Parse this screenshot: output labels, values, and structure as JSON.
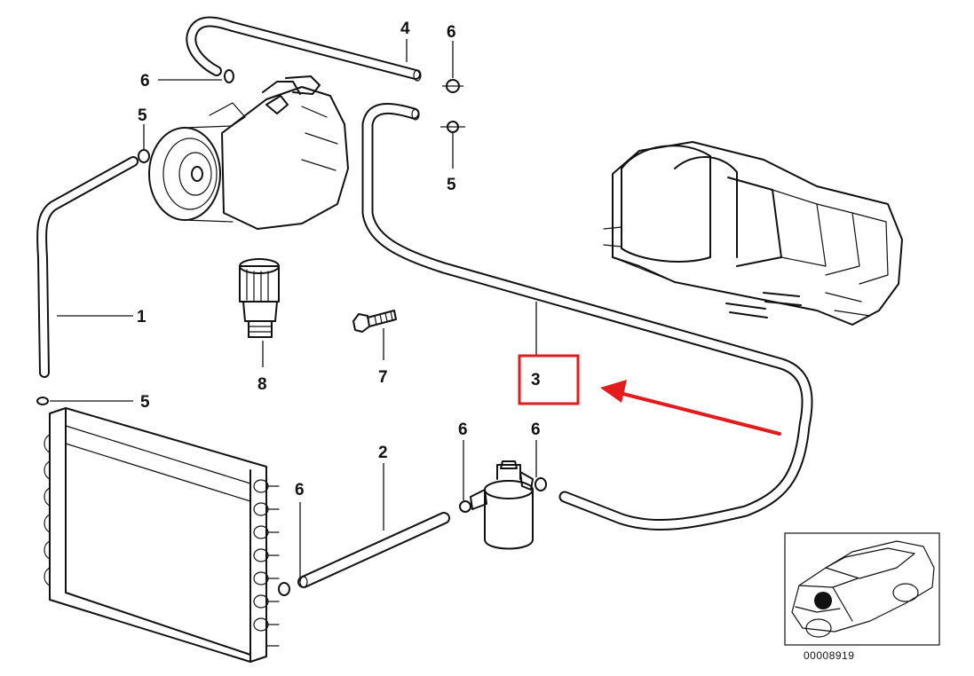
{
  "diagram": {
    "reference_number": "00008919",
    "highlight_color": "#e21c1c",
    "ink_color": "#111111",
    "callouts": {
      "hose_condenser": "1",
      "pipe_dryer": "2",
      "pipe_evaporator": "3",
      "hose_compressor": "4",
      "ring5_left": "5",
      "ring5_bottom": "5",
      "ring5_right": "5",
      "ring6_top_left": "6",
      "ring6_top_right": "6",
      "ring6_condenser": "6",
      "ring6_dryer_left": "6",
      "ring6_dryer_right": "6",
      "bolt": "7",
      "pressure_switch": "8"
    }
  }
}
